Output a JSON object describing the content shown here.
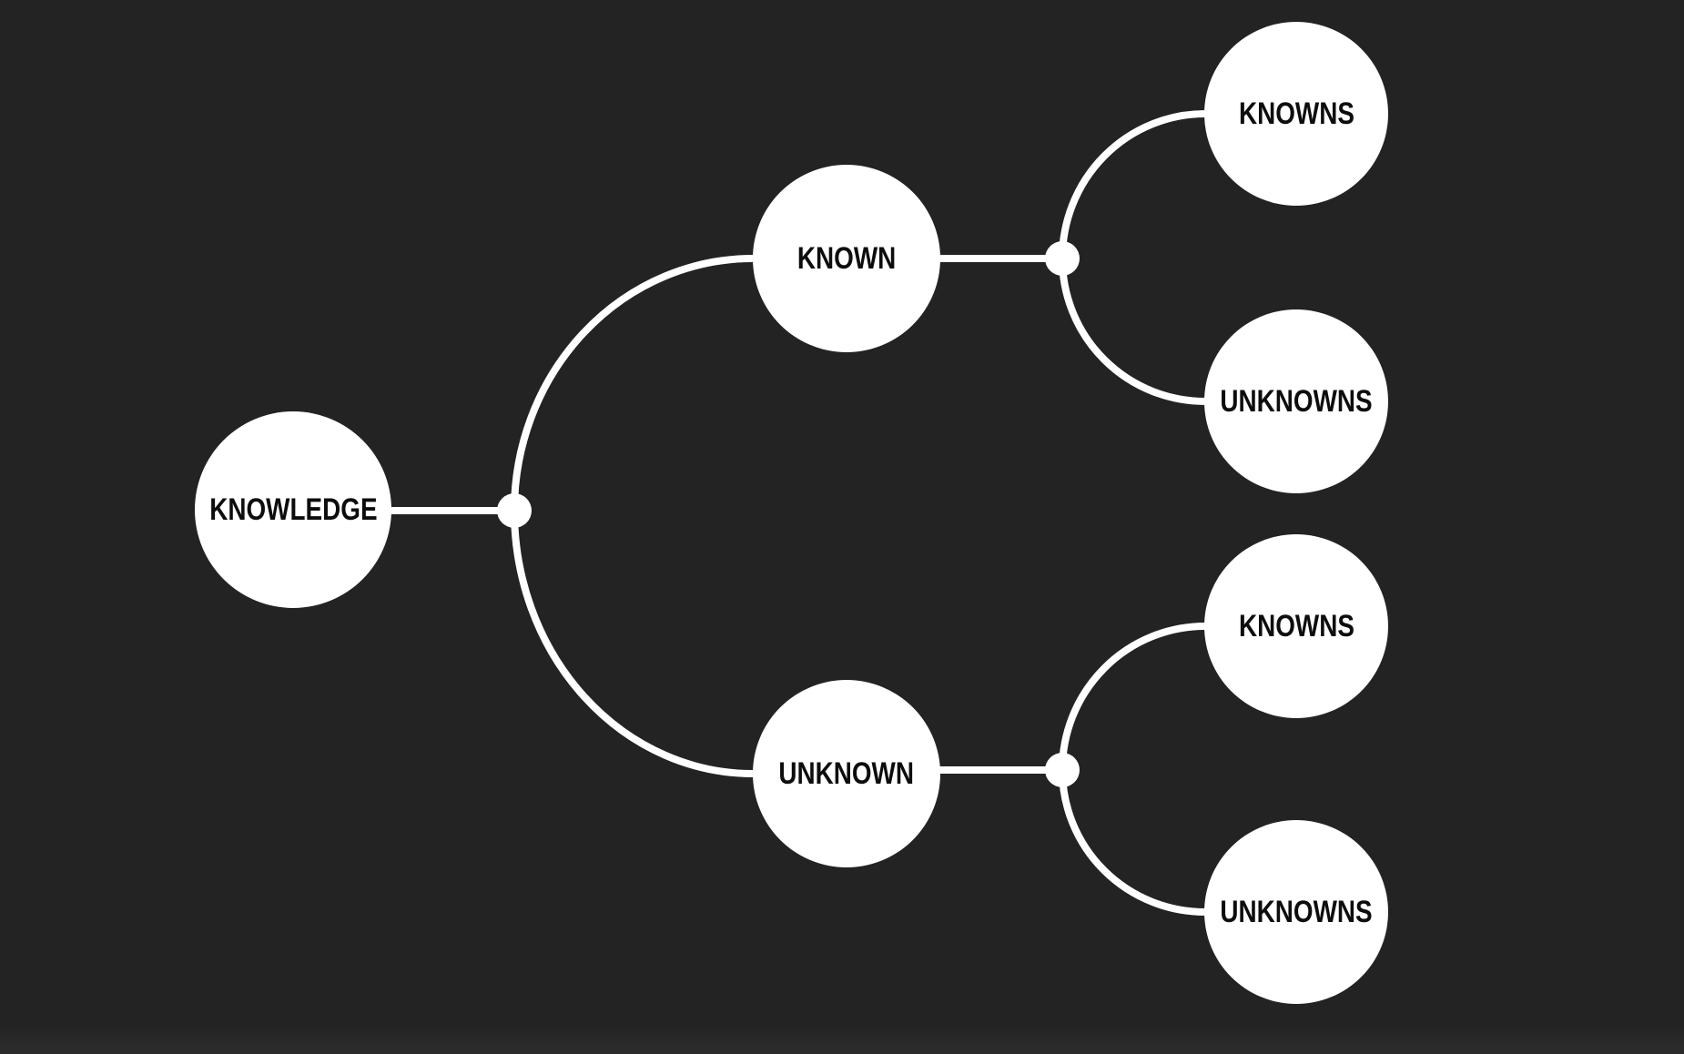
{
  "diagram": {
    "type": "mindmap-tree",
    "root": {
      "label": "KNOWLEDGE",
      "children": [
        {
          "label": "KNOWN",
          "children": [
            {
              "label": "KNOWNS"
            },
            {
              "label": "UNKNOWNS"
            }
          ]
        },
        {
          "label": "UNKNOWN",
          "children": [
            {
              "label": "KNOWNS"
            },
            {
              "label": "UNKNOWNS"
            }
          ]
        }
      ]
    }
  },
  "colors": {
    "background": "#232323",
    "node_fill": "#ffffff",
    "node_text": "#0d0d0d",
    "connector": "#ffffff",
    "bottom_strip": "#2b2b2c"
  }
}
